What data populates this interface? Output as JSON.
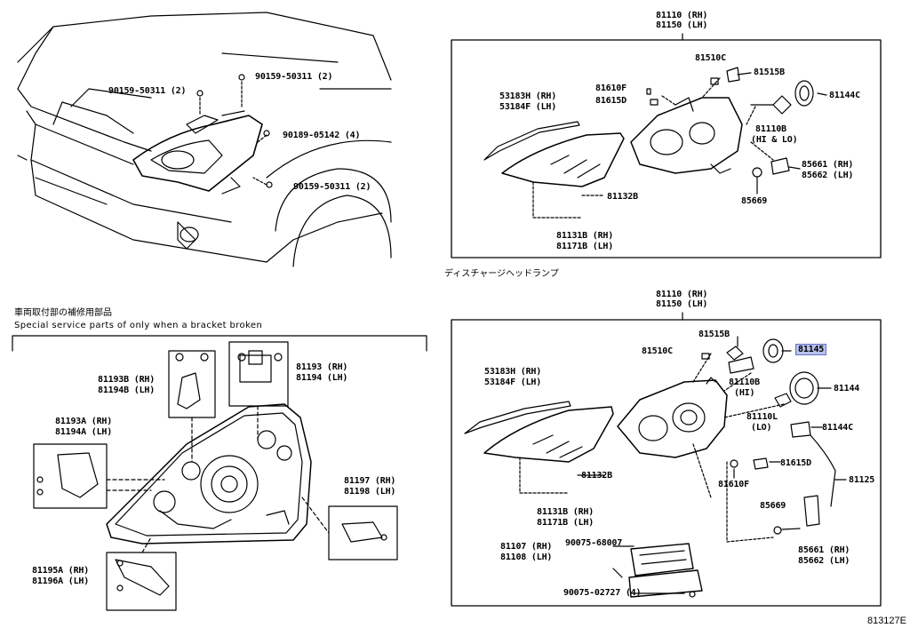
{
  "top_left": {
    "fasteners": [
      {
        "part": "90159-50311 (2)"
      },
      {
        "part": "90159-50311 (2)"
      },
      {
        "part": "90189-05142 (4)"
      },
      {
        "part": "90159-50311 (2)"
      }
    ]
  },
  "top_right": {
    "assembly_rh": "81110 (RH)",
    "assembly_lh": "81150 (LH)",
    "parts": {
      "p81510c": "81510C",
      "p81515b": "81515B",
      "p81144c": "81144C",
      "p81610f": "81610F",
      "p81615d": "81615D",
      "p53183h": "53183H (RH)",
      "p53184f": "53184F (LH)",
      "p81110b": "81110B",
      "p81110b_sub": "(HI & LO)",
      "p85661": "85661 (RH)",
      "p85662": "85662 (LH)",
      "p81132b": "81132B",
      "p85669": "85669",
      "p81131b": "81131B (RH)",
      "p81171b": "81171B (LH)"
    }
  },
  "bottom_left": {
    "title_jp": "車両取付部の補修用部品",
    "title_en": "Special service parts of only when a bracket broken",
    "parts": {
      "p81193b": "81193B (RH)",
      "p81194b": "81194B (LH)",
      "p81193": "81193 (RH)",
      "p81194": "81194 (LH)",
      "p81193a": "81193A (RH)",
      "p81194a": "81194A (LH)",
      "p81197": "81197 (RH)",
      "p81198": "81198 (LH)",
      "p81195a": "81195A (RH)",
      "p81196a": "81196A (LH)"
    }
  },
  "bottom_right": {
    "title_jp": "ディスチャージヘッドランプ",
    "assembly_rh": "81110 (RH)",
    "assembly_lh": "81150 (LH)",
    "parts": {
      "p81515b": "81515B",
      "p81510c": "81510C",
      "p81145": "81145",
      "p53183h": "53183H (RH)",
      "p53184f": "53184F (LH)",
      "p81110b": "81110B",
      "p81110b_sub": "(HI)",
      "p81144": "81144",
      "p81110l": "81110L",
      "p81110l_sub": "(LO)",
      "p81144c": "81144C",
      "p81615d": "81615D",
      "p81132b": "81132B",
      "p81610f": "81610F",
      "p81125": "81125",
      "p81131b": "81131B (RH)",
      "p81171b": "81171B (LH)",
      "p85669": "85669",
      "p81107": "81107 (RH)",
      "p81108": "81108 (LH)",
      "p90075a": "90075-68007",
      "p85661": "85661 (RH)",
      "p85662": "85662 (LH)",
      "p90075b": "90075-02727 (4)"
    },
    "highlight_color": "#b9c1ec"
  },
  "diagram_id": "813127E"
}
